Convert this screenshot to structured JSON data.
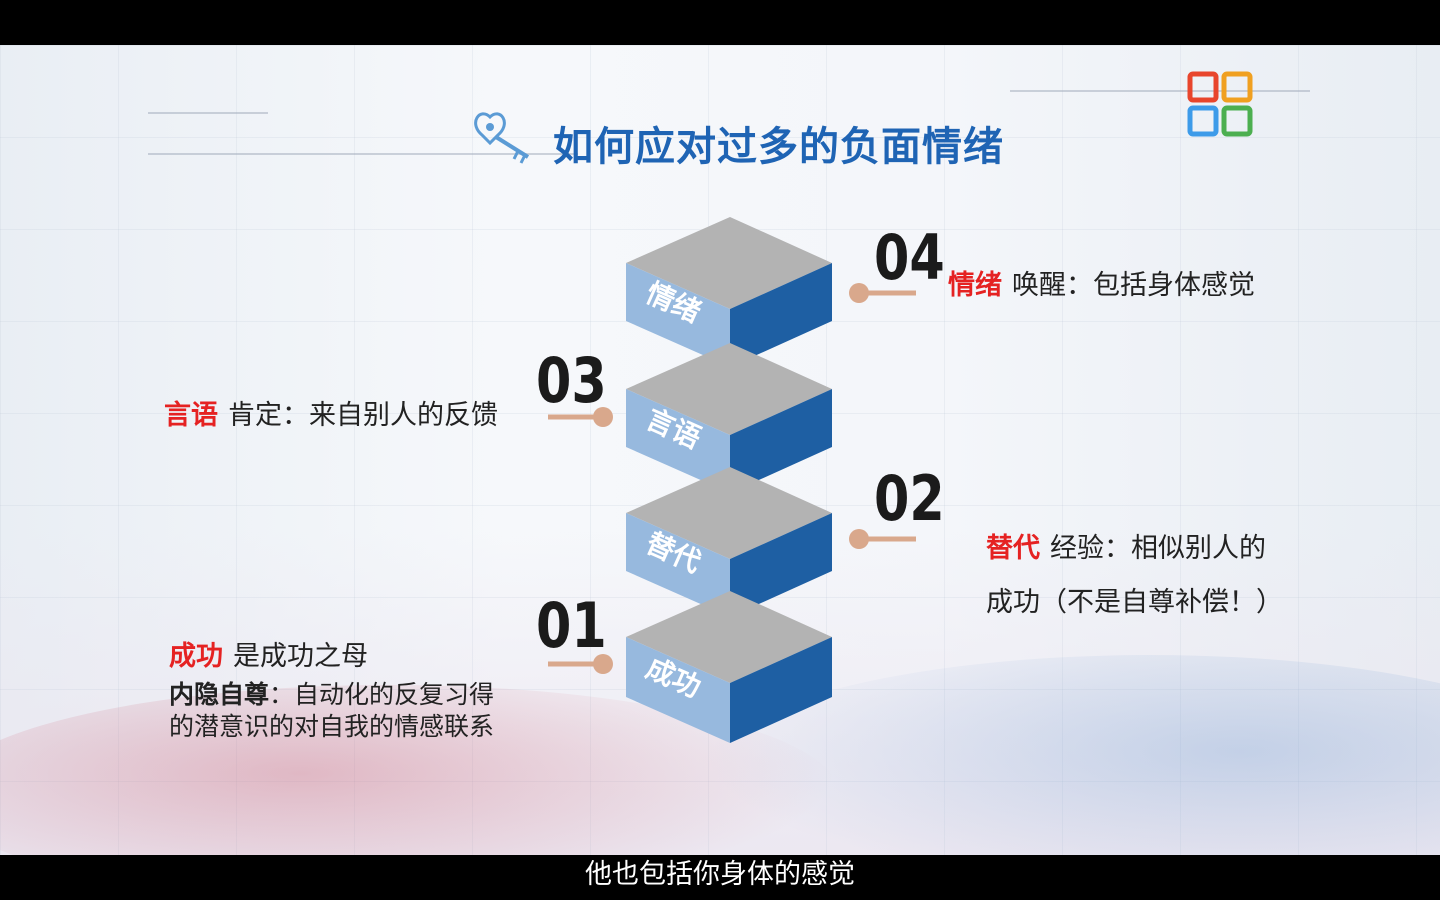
{
  "slide": {
    "title": "如何应对过多的负面情绪",
    "steps": [
      {
        "num": "01",
        "label": "成功",
        "highlight": "成功",
        "text": "是成功之母",
        "detail_bold": "内隐自尊",
        "detail_line1": "：自动化的反复习得",
        "detail_line2": "的潜意识的对自我的情感联系"
      },
      {
        "num": "02",
        "label": "替代",
        "highlight": "替代",
        "text": "经验：相似别人的",
        "text_line2": "成功（不是自尊补偿！）"
      },
      {
        "num": "03",
        "label": "言语",
        "highlight": "言语",
        "text": "肯定：来自别人的反馈"
      },
      {
        "num": "04",
        "label": "情绪",
        "highlight": "情绪",
        "text": "唤醒：包括身体感觉"
      }
    ]
  },
  "subtitle": "他也包括你身体的感觉",
  "colors": {
    "title": "#1f64b4",
    "highlight": "#e52222",
    "cube_top": "#b3b3b3",
    "cube_front": "#97b9de",
    "cube_side": "#1e5fa3",
    "connector": "#d9a88c"
  },
  "icons": {
    "key": "key-icon",
    "logo": "logo-icon"
  }
}
